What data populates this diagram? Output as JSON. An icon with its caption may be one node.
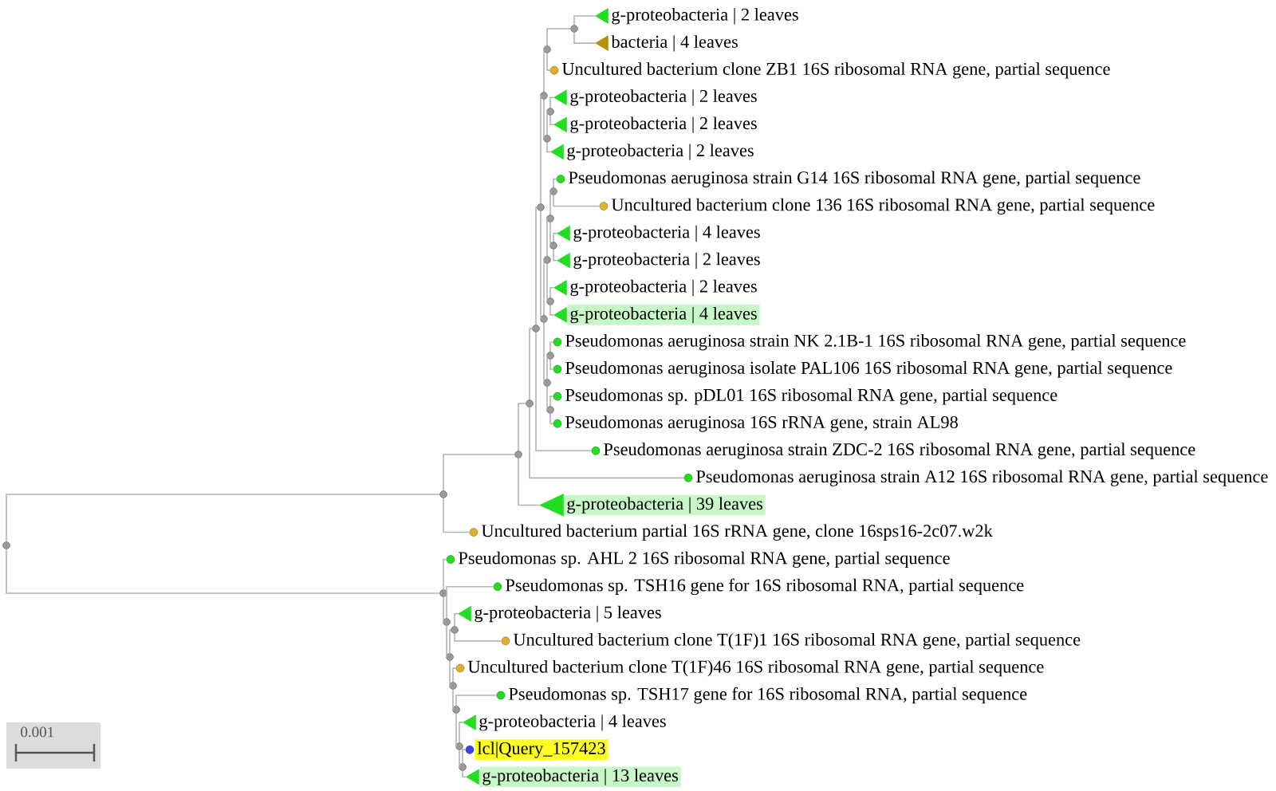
{
  "diagram": {
    "nodes": [
      {
        "text": [
          "g-proteobacteria | 2 leaves"
        ]
      },
      {
        "text": [
          "bacteria | 4 leaves"
        ]
      },
      {
        "text": [
          "Uncultured bacterium clone ZB1 16S ribosomal RNA gene, partial sequence"
        ]
      },
      {
        "text": [
          "g-proteobacteria | 2 leaves"
        ]
      },
      {
        "text": [
          "g-proteobacteria | 2 leaves"
        ]
      },
      {
        "text": [
          "g-proteobacteria | 2 leaves"
        ]
      },
      {
        "text": [
          "Pseudomonas aeruginosa strain G14 16S ribosomal RNA gene, partial sequence"
        ]
      },
      {
        "text": [
          "Uncultured bacterium clone 136 16S ribosomal RNA gene, partial sequence"
        ]
      },
      {
        "text": [
          "g-proteobacteria | 4 leaves"
        ]
      },
      {
        "text": [
          "g-proteobacteria | 2 leaves"
        ]
      },
      {
        "text": [
          "g-proteobacteria | 2 leaves"
        ]
      },
      {
        "text": [
          "g-proteobacteria | 4 leaves"
        ]
      },
      {
        "text": [
          "Pseudomonas aeruginosa strain NK 2.1B-1 16S ribosomal RNA gene, partial sequence"
        ]
      },
      {
        "text": [
          "Pseudomonas aeruginosa isolate PAL106 16S ribosomal RNA gene, partial sequence"
        ]
      },
      {
        "text": [
          "Pseudomonas sp. pDL01 16S ribosomal RNA gene, partial sequence"
        ]
      },
      {
        "text": [
          "Pseudomonas aeruginosa 16S rRNA gene, strain AL98"
        ]
      },
      {
        "text": [
          "Pseudomonas aeruginosa strain ZDC-2 16S ribosomal RNA gene, partial sequence"
        ]
      },
      {
        "text": [
          "Pseudomonas aeruginosa strain A12 16S ribosomal RNA gene, partial sequence"
        ]
      },
      {
        "text": [
          "g-proteobacteria | 39 leaves"
        ]
      },
      {
        "text": [
          "Uncultured bacterium partial 16S rRNA gene, clone 16sps16-2c07.w2k"
        ]
      },
      {
        "text": [
          "Pseudomonas sp. AHL 2 16S ribosomal RNA gene, partial sequence"
        ]
      },
      {
        "text": [
          "Pseudomonas sp. TSH16 gene for 16S ribosomal RNA, partial sequence"
        ]
      },
      {
        "text": [
          "g-proteobacteria | 5 leaves"
        ]
      },
      {
        "text": [
          "Uncultured bacterium clone T(1F)1 16S ribosomal RNA gene, partial sequence"
        ]
      },
      {
        "text": [
          "Uncultured bacterium clone T(1F)46 16S ribosomal RNA gene, partial sequence"
        ]
      },
      {
        "text": [
          "Pseudomonas sp. TSH17 gene for 16S ribosomal RNA, partial sequence"
        ]
      },
      {
        "text": [
          "g-proteobacteria | 4 leaves"
        ]
      },
      {
        "text": [
          "lcl|Query_157423"
        ]
      },
      {
        "text": [
          "g-proteobacteria | 13 leaves"
        ]
      },
      {
        "text": [],
        "shape": "circle"
      },
      {
        "text": [],
        "shape": "circle"
      },
      {
        "text": [],
        "shape": "circle"
      },
      {
        "text": [],
        "shape": "circle"
      },
      {
        "text": [],
        "shape": "circle"
      },
      {
        "text": [],
        "shape": "circle"
      },
      {
        "text": [],
        "shape": "circle"
      },
      {
        "text": [],
        "shape": "circle"
      },
      {
        "text": [],
        "shape": "circle"
      },
      {
        "text": [],
        "shape": "circle"
      },
      {
        "text": [],
        "shape": "circle"
      },
      {
        "text": [],
        "shape": "circle"
      },
      {
        "text": [],
        "shape": "circle"
      },
      {
        "text": [],
        "shape": "circle"
      },
      {
        "text": [],
        "shape": "circle"
      },
      {
        "text": [],
        "shape": "circle"
      },
      {
        "text": [],
        "shape": "circle"
      },
      {
        "text": [],
        "shape": "circle"
      },
      {
        "text": [],
        "shape": "circle"
      },
      {
        "text": [],
        "shape": "circle"
      },
      {
        "text": [],
        "shape": "circle"
      },
      {
        "text": [],
        "shape": "circle"
      },
      {
        "text": [],
        "shape": "circle"
      },
      {
        "text": [],
        "shape": "circle"
      },
      {
        "text": [],
        "shape": "circle"
      },
      {
        "text": [],
        "shape": "circle"
      },
      {
        "text": [],
        "shape": "circle"
      },
      {
        "text": [],
        "shape": "circle"
      }
    ],
    "edges": [
      {
        "from": 29,
        "to": 0,
        "arrow": "none"
      },
      {
        "from": 29,
        "to": 1,
        "arrow": "none"
      },
      {
        "from": 30,
        "to": 29,
        "arrow": "none"
      },
      {
        "from": 30,
        "to": 2,
        "arrow": "none"
      },
      {
        "from": 31,
        "to": 30,
        "arrow": "none"
      },
      {
        "from": 31,
        "to": 33,
        "arrow": "none"
      },
      {
        "from": 32,
        "to": 3,
        "arrow": "none"
      },
      {
        "from": 32,
        "to": 4,
        "arrow": "none"
      },
      {
        "from": 33,
        "to": 32,
        "arrow": "none"
      },
      {
        "from": 33,
        "to": 5,
        "arrow": "none"
      },
      {
        "from": 34,
        "to": 6,
        "arrow": "none"
      },
      {
        "from": 34,
        "to": 7,
        "arrow": "none"
      },
      {
        "from": 35,
        "to": 31,
        "arrow": "none"
      },
      {
        "from": 35,
        "to": 40,
        "arrow": "none"
      },
      {
        "from": 36,
        "to": 34,
        "arrow": "none"
      },
      {
        "from": 36,
        "to": 37,
        "arrow": "none"
      },
      {
        "from": 37,
        "to": 8,
        "arrow": "none"
      },
      {
        "from": 37,
        "to": 9,
        "arrow": "none"
      },
      {
        "from": 38,
        "to": 36,
        "arrow": "none"
      },
      {
        "from": 38,
        "to": 39,
        "arrow": "none"
      },
      {
        "from": 39,
        "to": 10,
        "arrow": "none"
      },
      {
        "from": 39,
        "to": 11,
        "arrow": "none"
      },
      {
        "from": 40,
        "to": 38,
        "arrow": "none"
      },
      {
        "from": 40,
        "to": 43,
        "arrow": "none"
      },
      {
        "from": 41,
        "to": 35,
        "arrow": "none"
      },
      {
        "from": 41,
        "to": 16,
        "arrow": "none"
      },
      {
        "from": 42,
        "to": 12,
        "arrow": "none"
      },
      {
        "from": 42,
        "to": 13,
        "arrow": "none"
      },
      {
        "from": 43,
        "to": 42,
        "arrow": "none"
      },
      {
        "from": 43,
        "to": 45,
        "arrow": "none"
      },
      {
        "from": 44,
        "to": 41,
        "arrow": "none"
      },
      {
        "from": 44,
        "to": 17,
        "arrow": "none"
      },
      {
        "from": 45,
        "to": 14,
        "arrow": "none"
      },
      {
        "from": 45,
        "to": 15,
        "arrow": "none"
      },
      {
        "from": 46,
        "to": 44,
        "arrow": "none"
      },
      {
        "from": 46,
        "to": 18,
        "arrow": "none"
      },
      {
        "from": 47,
        "to": 46,
        "arrow": "none"
      },
      {
        "from": 47,
        "to": 19,
        "arrow": "none"
      },
      {
        "from": 48,
        "to": 47,
        "arrow": "none"
      },
      {
        "from": 48,
        "to": 49,
        "arrow": "none"
      },
      {
        "from": 49,
        "to": 20,
        "arrow": "none"
      },
      {
        "from": 49,
        "to": 50,
        "arrow": "none"
      },
      {
        "from": 50,
        "to": 21,
        "arrow": "none"
      },
      {
        "from": 50,
        "to": 52,
        "arrow": "none"
      },
      {
        "from": 51,
        "to": 22,
        "arrow": "none"
      },
      {
        "from": 51,
        "to": 23,
        "arrow": "none"
      },
      {
        "from": 52,
        "to": 51,
        "arrow": "none"
      },
      {
        "from": 52,
        "to": 53,
        "arrow": "none"
      },
      {
        "from": 53,
        "to": 24,
        "arrow": "none"
      },
      {
        "from": 53,
        "to": 54,
        "arrow": "none"
      },
      {
        "from": 54,
        "to": 25,
        "arrow": "none"
      },
      {
        "from": 54,
        "to": 55,
        "arrow": "none"
      },
      {
        "from": 55,
        "to": 26,
        "arrow": "none"
      },
      {
        "from": 55,
        "to": 56,
        "arrow": "none"
      },
      {
        "from": 56,
        "to": 27,
        "arrow": "none"
      },
      {
        "from": 56,
        "to": 28,
        "arrow": "none"
      }
    ],
    "labels": [
      "0.001"
    ]
  }
}
